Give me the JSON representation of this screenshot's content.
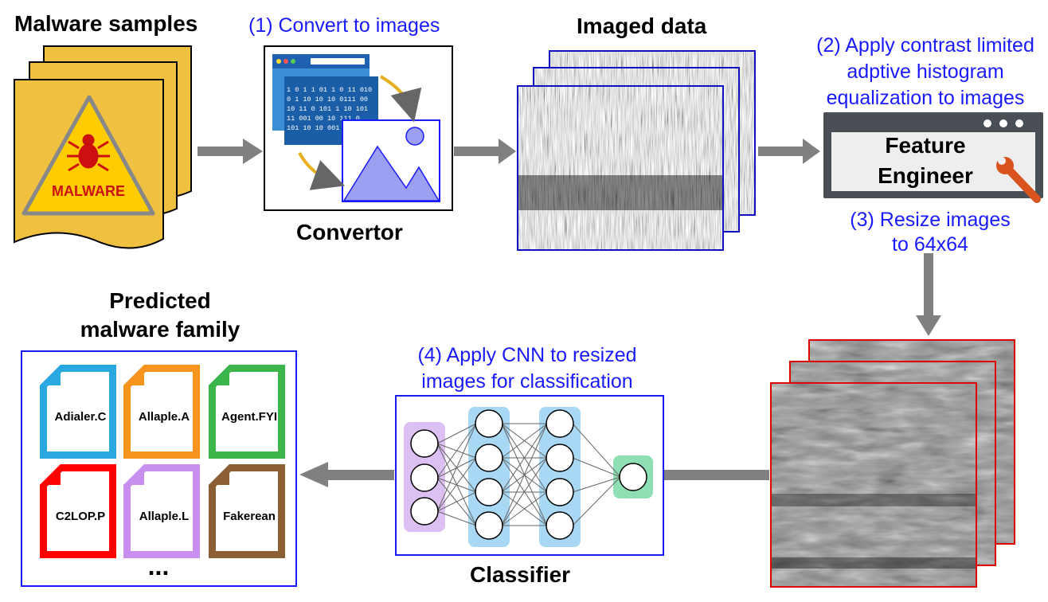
{
  "labels": {
    "malware_samples": "Malware samples",
    "step1": "(1) Convert to images",
    "convertor": "Convertor",
    "imaged_data": "Imaged data",
    "step2": [
      "(2) Apply contrast limited",
      "adptive histogram",
      "equalization to images"
    ],
    "feature_engineer": [
      "Feature",
      "Engineer"
    ],
    "step3": [
      "(3) Resize images",
      "to 64x64"
    ],
    "step4": [
      "(4) Apply CNN to resized",
      "images for classification"
    ],
    "classifier": "Classifier",
    "predicted": [
      "Predicted",
      "malware family"
    ],
    "malware_badge": "MALWARE",
    "binary_lines": [
      "1 0 1 1 01 1 0 11 010",
      "0 1 10 10 10 0111 00",
      "10 11 0 101 1 10 101",
      "11 001 00 10 111 0",
      "101 10 10 001"
    ],
    "ellipsis": "..."
  },
  "families": [
    {
      "name": "Adialer.C",
      "color": "#29a8e0"
    },
    {
      "name": "Allaple.A",
      "color": "#f7941d"
    },
    {
      "name": "Agent.FYI",
      "color": "#3cb54a"
    },
    {
      "name": "C2LOP.P",
      "color": "#ff0000"
    },
    {
      "name": "Allaple.L",
      "color": "#c88ef0"
    },
    {
      "name": "Fakerean",
      "color": "#8b5e34"
    }
  ],
  "colors": {
    "accent_text": "#1a1aff",
    "arrow": "#808080",
    "malware_doc": "#f0c040",
    "imaged_border": "#1010c0",
    "resized_border": "#e00000"
  }
}
